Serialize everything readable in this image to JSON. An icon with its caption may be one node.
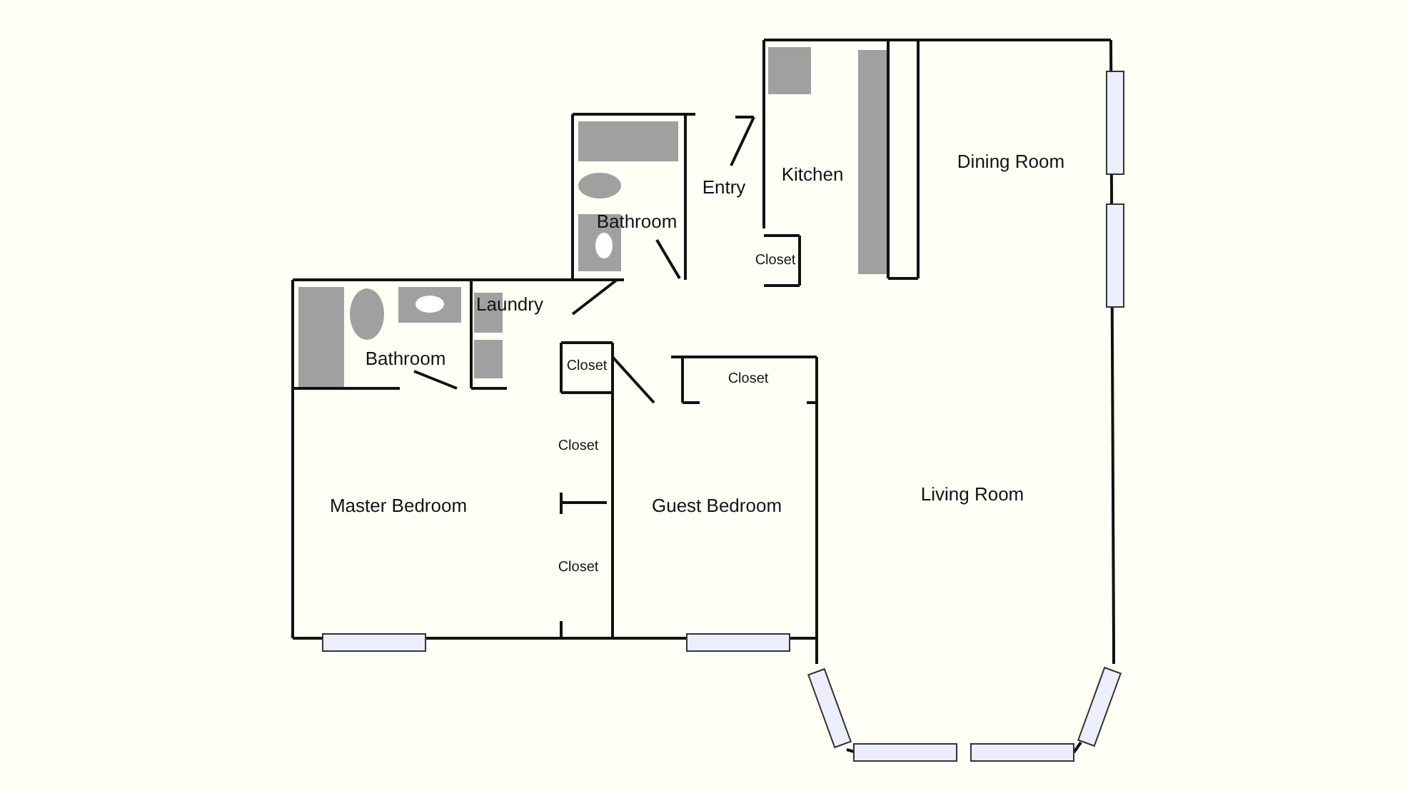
{
  "diagram": {
    "labels": [
      "Dining Room",
      "Kitchen",
      "Entry",
      "Bathroom",
      "Closet",
      "Laundry",
      "Bathroom",
      "Closet",
      "Closet",
      "Closet",
      "Living Room",
      "Master Bedroom",
      "Guest Bedroom",
      "Closet"
    ]
  }
}
